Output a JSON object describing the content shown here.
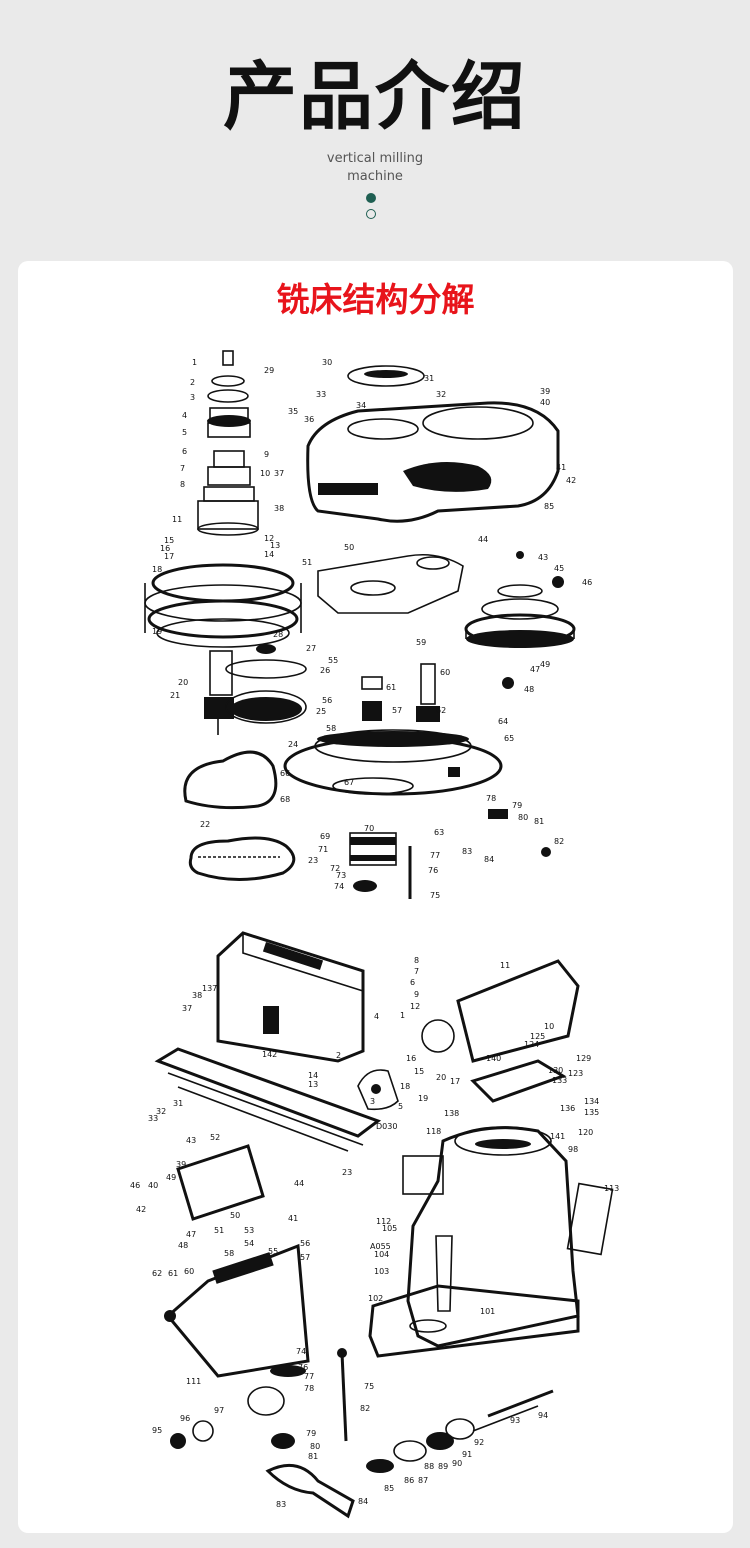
{
  "header": {
    "title": "产品介绍",
    "subtitle_line1": "vertical milling",
    "subtitle_line2": "machine"
  },
  "section": {
    "title": "铣床结构分解"
  },
  "colors": {
    "accent_dot": "#1f5f52",
    "section_title": "#e8141b",
    "background": "#eaeaea"
  },
  "diagram_top": {
    "labels": [
      "1",
      "2",
      "3",
      "4",
      "5",
      "6",
      "7",
      "8",
      "9",
      "10",
      "11",
      "12",
      "13",
      "14",
      "15",
      "16",
      "17",
      "18",
      "19",
      "20",
      "21",
      "22",
      "23",
      "24",
      "25",
      "26",
      "27",
      "28",
      "29",
      "30",
      "31",
      "32",
      "33",
      "34",
      "35",
      "36",
      "37",
      "38",
      "39",
      "40",
      "41",
      "42",
      "43",
      "44",
      "45",
      "46",
      "47",
      "48",
      "49",
      "50",
      "51",
      "55",
      "56",
      "57",
      "58",
      "59",
      "60",
      "61",
      "62",
      "63",
      "64",
      "65",
      "66",
      "67",
      "68",
      "69",
      "70",
      "71",
      "72",
      "73",
      "74",
      "75",
      "76",
      "77",
      "78",
      "79",
      "80",
      "81",
      "82",
      "83",
      "84",
      "85"
    ]
  },
  "diagram_bottom": {
    "labels": [
      "1",
      "2",
      "3",
      "4",
      "5",
      "6",
      "7",
      "8",
      "9",
      "10",
      "11",
      "12",
      "13",
      "14",
      "15",
      "16",
      "17",
      "18",
      "19",
      "20",
      "23",
      "31",
      "32",
      "33",
      "37",
      "38",
      "39",
      "40",
      "41",
      "42",
      "43",
      "44",
      "46",
      "47",
      "48",
      "49",
      "50",
      "51",
      "52",
      "53",
      "54",
      "55",
      "56",
      "57",
      "58",
      "60",
      "61",
      "62",
      "74",
      "75",
      "76",
      "77",
      "78",
      "79",
      "80",
      "81",
      "82",
      "83",
      "84",
      "85",
      "86",
      "87",
      "88",
      "89",
      "90",
      "91",
      "92",
      "93",
      "94",
      "95",
      "96",
      "97",
      "98",
      "101",
      "102",
      "103",
      "104",
      "105",
      "111",
      "112",
      "113",
      "118",
      "120",
      "123",
      "124",
      "125",
      "129",
      "130",
      "133",
      "134",
      "135",
      "136",
      "137",
      "138",
      "140",
      "141",
      "142",
      "A055",
      "D030"
    ]
  }
}
